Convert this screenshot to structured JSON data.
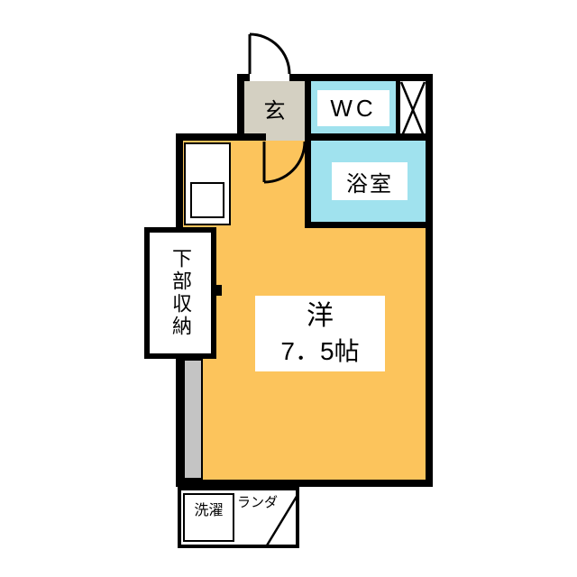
{
  "floorplan": {
    "rooms": {
      "entrance": {
        "label": "玄"
      },
      "wc": {
        "label": "WC"
      },
      "bathroom": {
        "label": "浴室"
      },
      "living": {
        "name_label": "洋",
        "size_label": "7．5帖"
      },
      "storage": {
        "label": "下部収納"
      },
      "laundry": {
        "label": "洗濯"
      },
      "veranda": {
        "label": "ランダ"
      }
    },
    "colors": {
      "living_fill": "#FCC45C",
      "wet_area_fill": "#A0E2EE",
      "entrance_fill": "#D4D0C2",
      "utility_fill": "#C4C4C4",
      "wall": "#000000",
      "background": "#FFFFFF"
    }
  }
}
